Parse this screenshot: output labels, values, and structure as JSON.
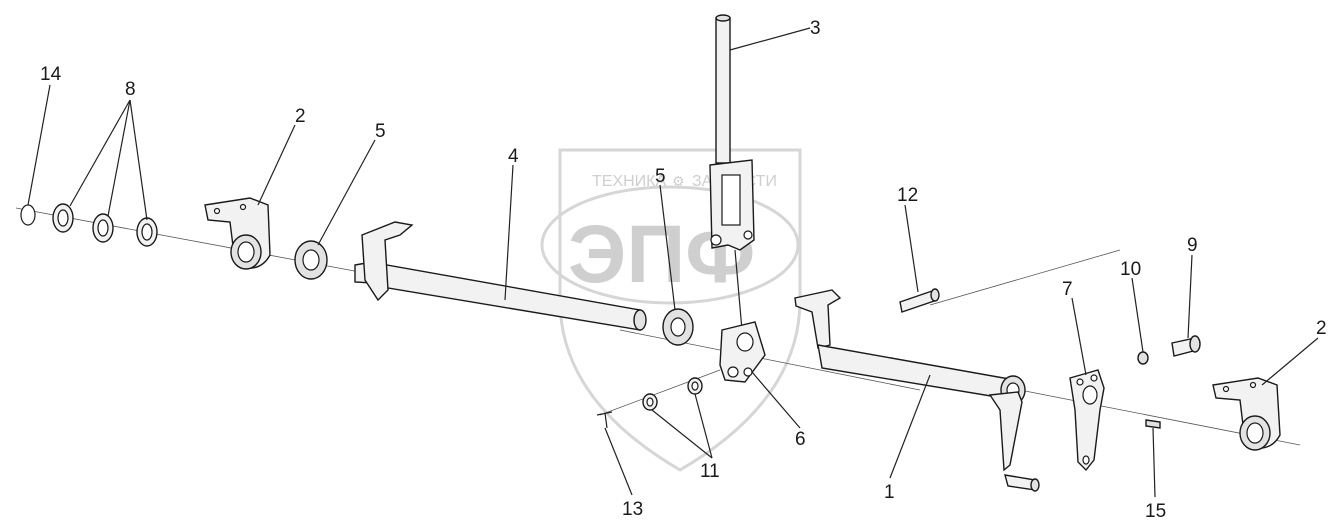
{
  "watermark": {
    "top_text_left": "ТЕХНИКА",
    "top_text_right": "ЗАПЧАСТИ",
    "logo_text": "ЭПФ"
  },
  "callouts": {
    "c1": "1",
    "c2a": "2",
    "c2b": "2",
    "c3": "3",
    "c4": "4",
    "c5a": "5",
    "c5b": "5",
    "c6": "6",
    "c7": "7",
    "c8": "8",
    "c9": "9",
    "c10": "10",
    "c11": "11",
    "c12": "12",
    "c13": "13",
    "c14": "14",
    "c15": "15"
  }
}
